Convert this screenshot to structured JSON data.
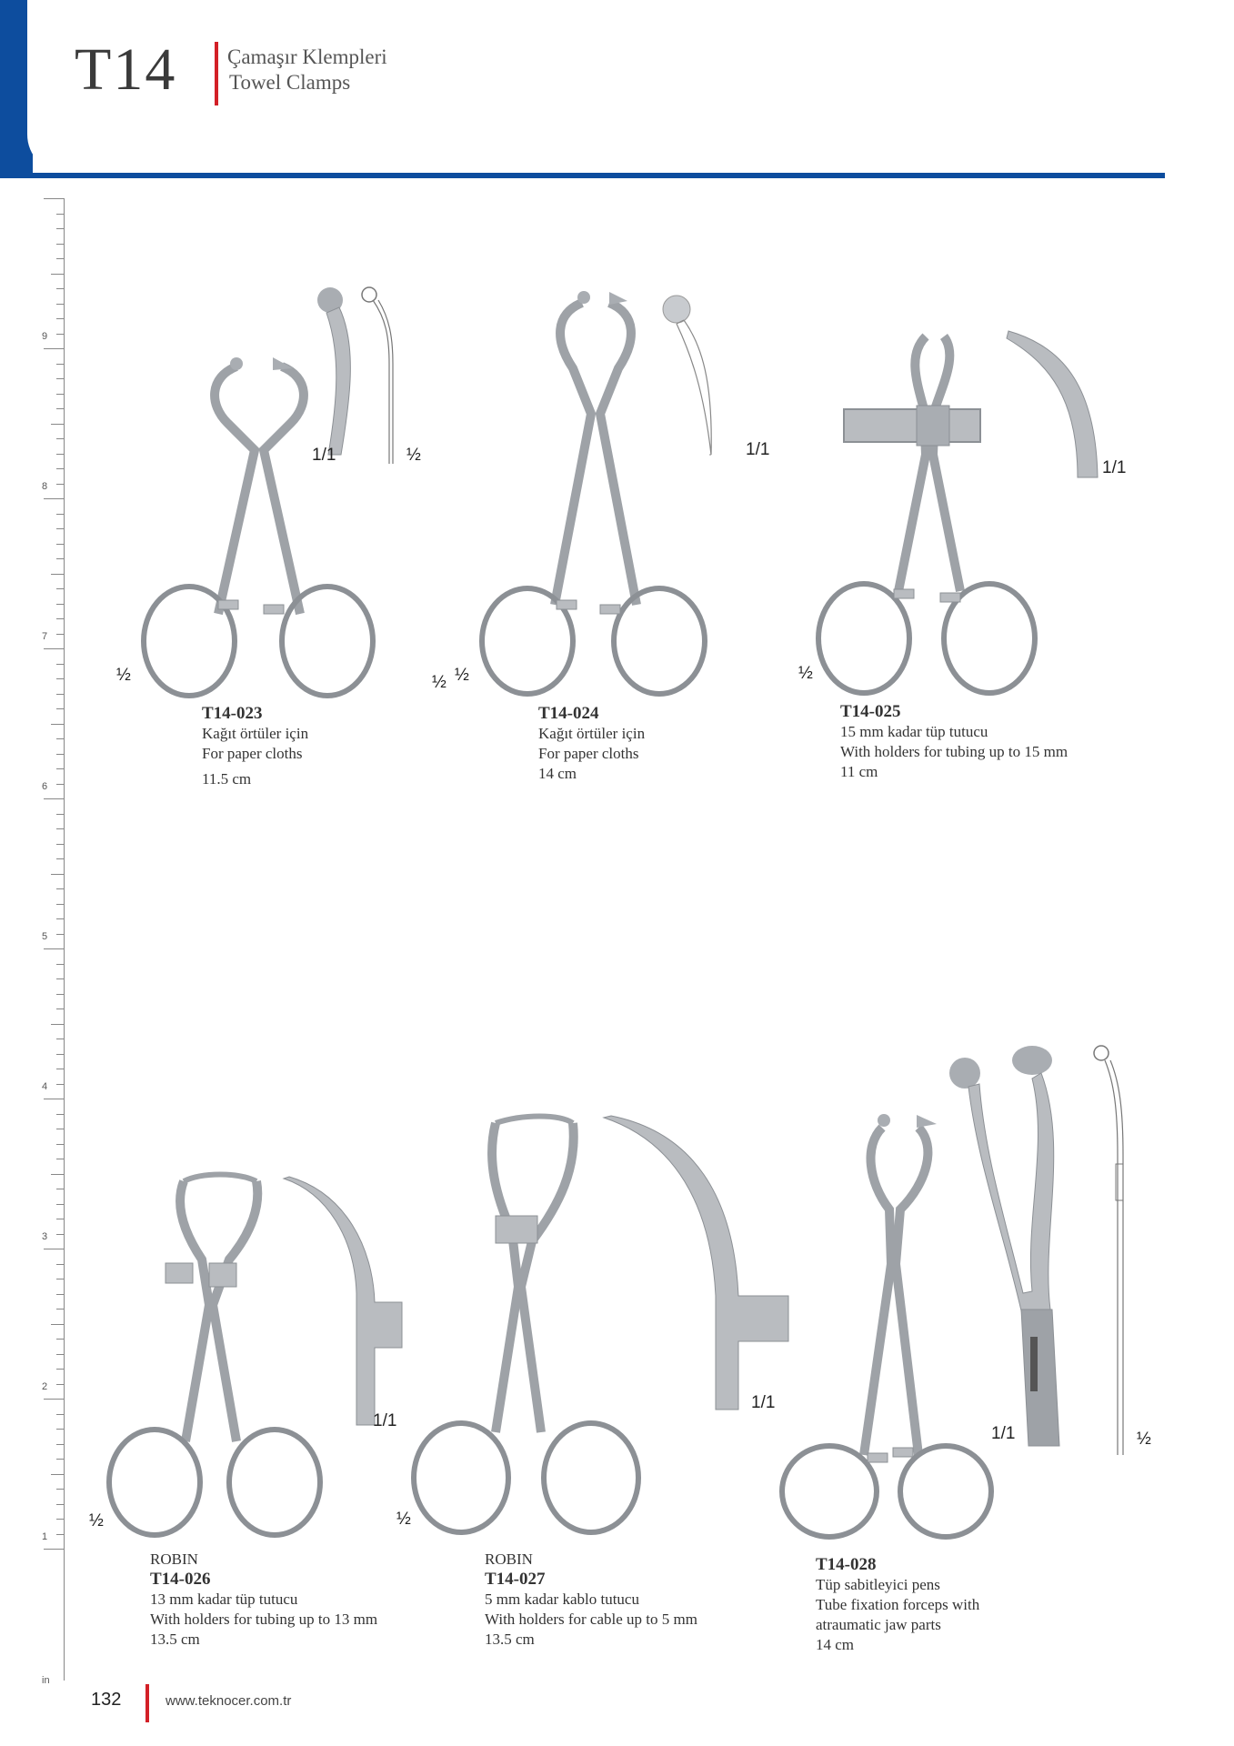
{
  "header": {
    "code": "T14",
    "title_tr": "Çamaşır Klempleri",
    "title_en": "Towel Clamps"
  },
  "ruler": {
    "unit": "in",
    "labels": [
      "9",
      "8",
      "7",
      "6",
      "5",
      "4",
      "3",
      "2",
      "1"
    ]
  },
  "products": [
    {
      "code": "T14-023",
      "line1": "Kağıt örtüler için",
      "line2": "For paper cloths",
      "size": "11.5  cm"
    },
    {
      "code": "T14-024",
      "line1": "Kağıt örtüler için",
      "line2": "For paper cloths",
      "size": "14 cm"
    },
    {
      "code": "T14-025",
      "line1": "15 mm kadar tüp tutucu",
      "line2": "With holders for tubing up to 15 mm",
      "size": "11 cm"
    },
    {
      "brand": "ROBIN",
      "code": "T14-026",
      "line1": "13 mm kadar tüp  tutucu",
      "line2": "With holders for tubing up to 13 mm",
      "size": "13.5 cm"
    },
    {
      "brand": "ROBIN",
      "code": "T14-027",
      "line1": "5 mm kadar kablo tutucu",
      "line2": "With holders for cable up to 5 mm",
      "size": "13.5 cm"
    },
    {
      "code": "T14-028",
      "line1": "Tüp sabitleyici pens",
      "line2": "Tube fixation forceps with",
      "line3": "atraumatic jaw parts",
      "size": "14  cm"
    }
  ],
  "scales": {
    "half": "½",
    "one": "1/1"
  },
  "footer": {
    "page": "132",
    "url": "www.teknocer.com.tr"
  },
  "colors": {
    "brand_blue": "#0d4d9e",
    "accent_red": "#d32027",
    "steel": "#b9bcc0"
  }
}
